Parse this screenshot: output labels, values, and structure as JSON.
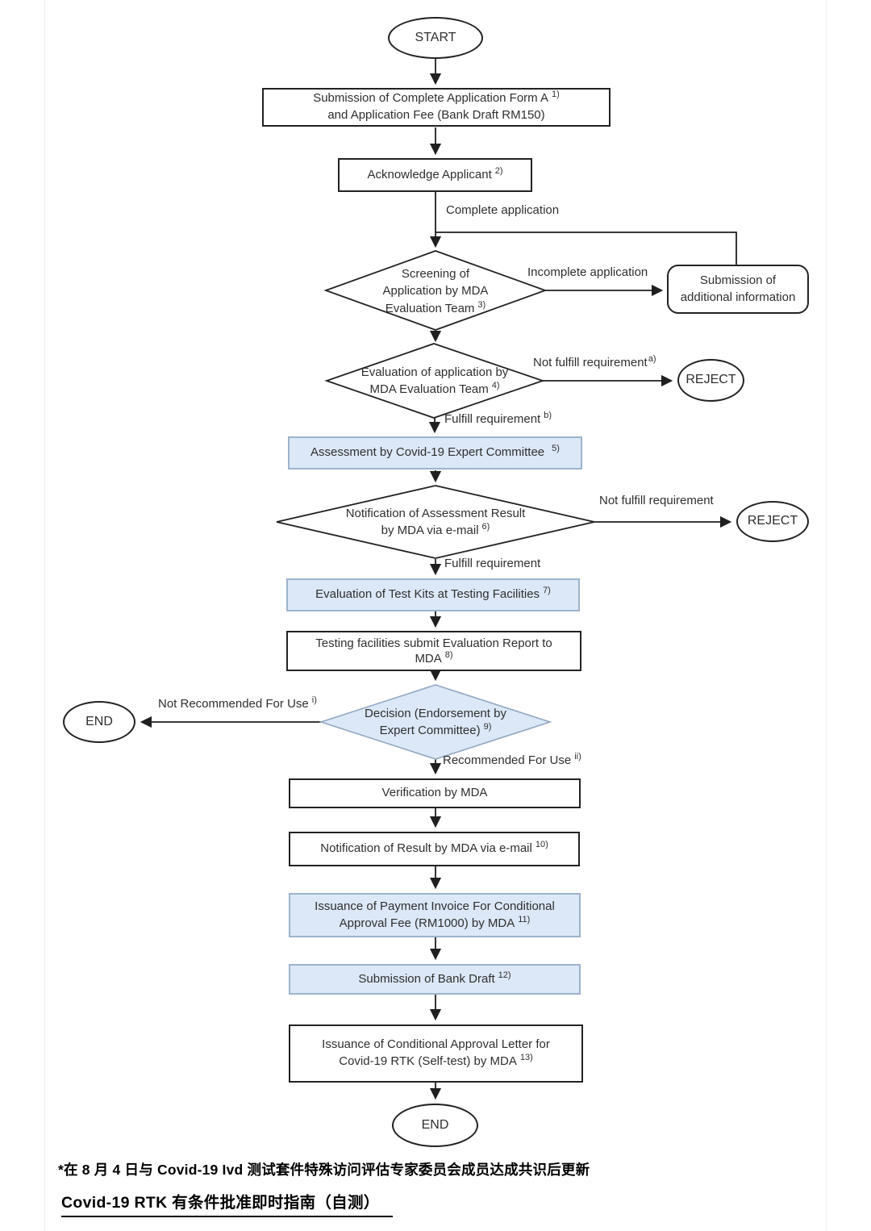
{
  "colors": {
    "highlight_fill": "#dce8f7",
    "highlight_border": "#9db3cd",
    "line_color": "#1f1f1f"
  },
  "flow": {
    "start": {
      "label": "START"
    },
    "submission_form": {
      "line1": "Submission of Complete Application Form A",
      "sup1": "1)",
      "line2": "and Application Fee (Bank Draft RM150)"
    },
    "acknowledge": {
      "label": "Acknowledge Applicant",
      "sup": "2)"
    },
    "complete_application": {
      "label": "Complete application"
    },
    "screening": {
      "line1": "Screening of",
      "line2": "Application by MDA",
      "line3": "Evaluation Team",
      "sup": "3)"
    },
    "incomplete_application": {
      "label": "Incomplete application"
    },
    "additional_info": {
      "line1": "Submission of",
      "line2": "additional information"
    },
    "evaluation_application": {
      "line1": "Evaluation of application by",
      "line2": "MDA Evaluation Team",
      "sup": "4)"
    },
    "not_fulfill_a": {
      "label": "Not fulfill requirement",
      "sup": "a)"
    },
    "reject_1": {
      "label": "REJECT"
    },
    "fulfill_b": {
      "label": "Fulfill requirement",
      "sup": "b)"
    },
    "assessment": {
      "label": "Assessment by Covid-19 Expert Committee",
      "sup": "5)"
    },
    "notification_assessment": {
      "line1": "Notification of Assessment Result",
      "line2": "by MDA via e-mail",
      "sup": "6)"
    },
    "not_fulfill_2": {
      "label": "Not fulfill requirement"
    },
    "reject_2": {
      "label": "REJECT"
    },
    "fulfill_2": {
      "label": "Fulfill requirement"
    },
    "test_kits": {
      "label": "Evaluation of Test Kits at Testing Facilities",
      "sup": "7)"
    },
    "report": {
      "line1": "Testing facilities submit Evaluation Report to",
      "line2": "MDA",
      "sup": "8)"
    },
    "decision": {
      "line1": "Decision (Endorsement by",
      "line2": "Expert Committee)",
      "sup": "9)"
    },
    "not_recommended": {
      "label": "Not Recommended For Use",
      "sup": "i)"
    },
    "end_left": {
      "label": "END"
    },
    "recommended": {
      "label": "Recommended For Use",
      "sup": "ii)"
    },
    "verification": {
      "label": "Verification by MDA"
    },
    "notification_result": {
      "label": "Notification of Result by MDA via e-mail",
      "sup": "10)"
    },
    "invoice": {
      "line1": "Issuance of Payment Invoice For Conditional",
      "line2": "Approval Fee (RM1000) by MDA",
      "sup": "11)"
    },
    "bank_draft": {
      "label": "Submission of Bank Draft",
      "sup": "12)"
    },
    "approval_letter": {
      "line1": "Issuance of Conditional Approval Letter for",
      "line2": "Covid-19 RTK (Self-test) by MDA",
      "sup": "13)"
    },
    "end_bottom": {
      "label": "END"
    }
  },
  "footnotes": {
    "line1": "*在 8 月 4 日与 Covid-19 Ivd 测试套件特殊访问评估专家委员会成员达成共识后更新",
    "line2": "Covid-19 RTK 有条件批准即时指南（自测）"
  }
}
